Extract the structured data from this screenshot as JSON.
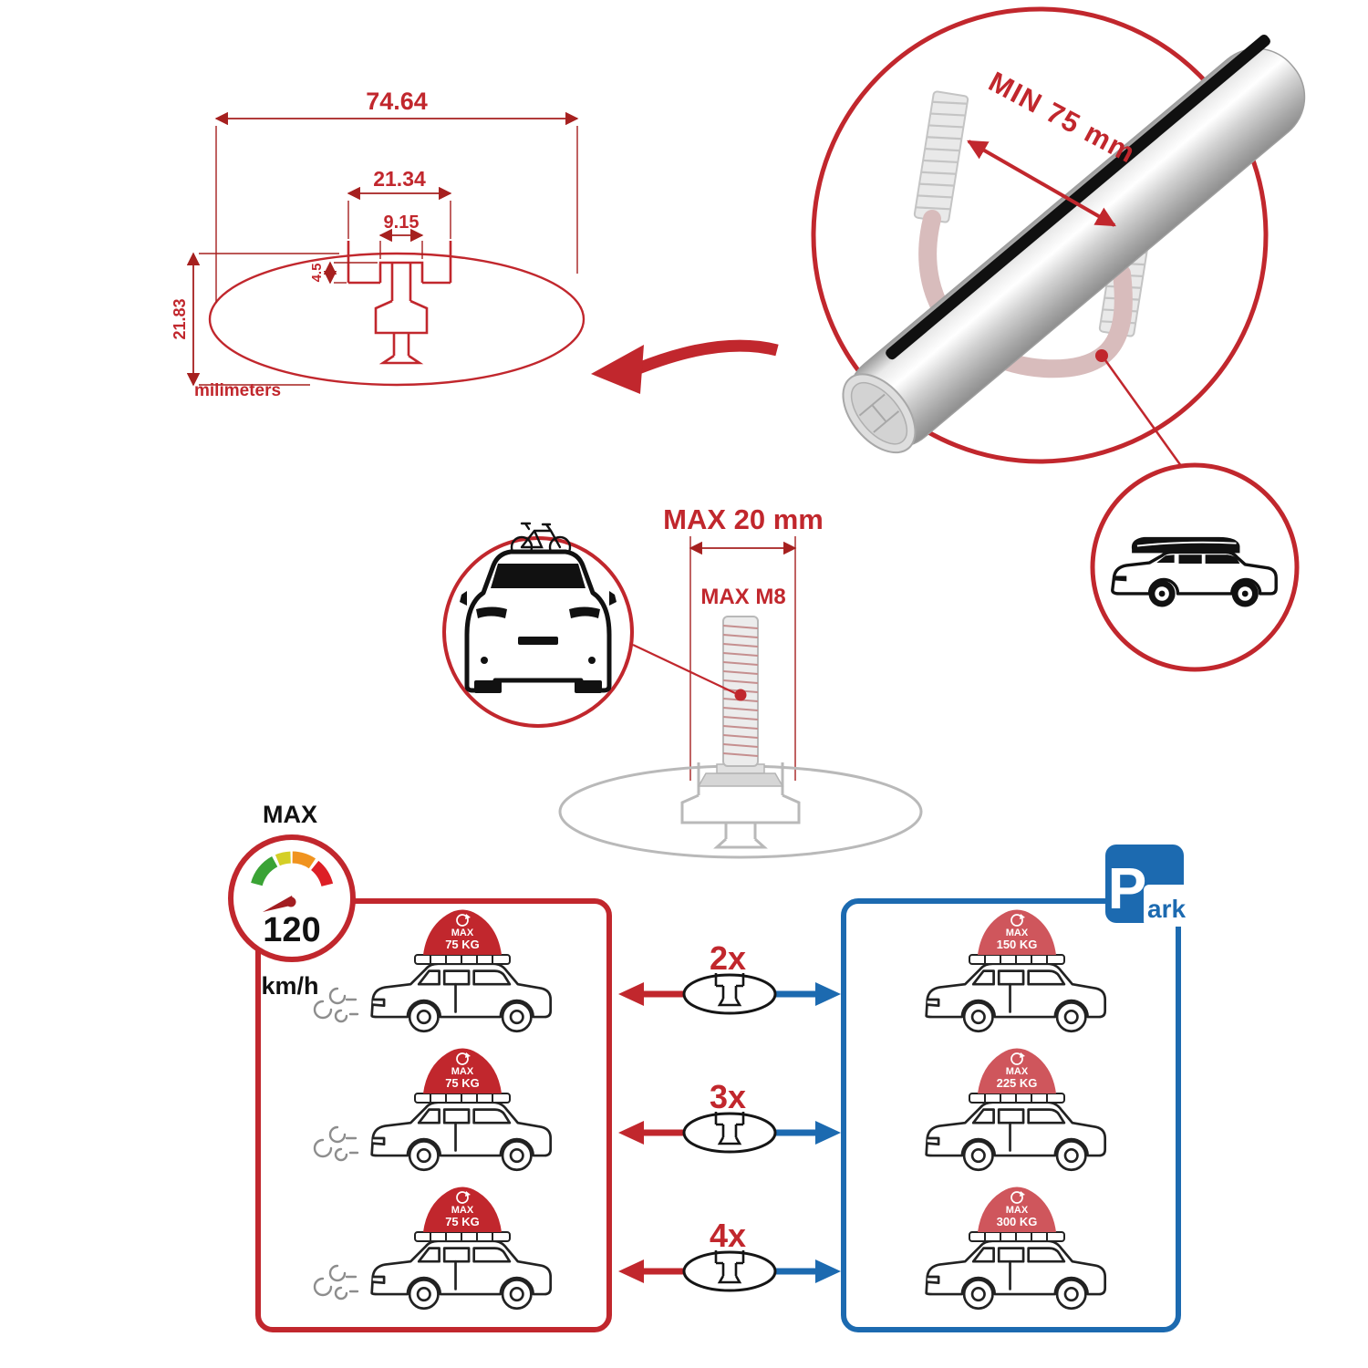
{
  "colors": {
    "accent_red": "#c1272d",
    "accent_blue": "#1c6ab0",
    "line_dark": "#1a1a1a",
    "line_gray": "#b9b9b9"
  },
  "profile_drawing": {
    "outer_width": "74.64",
    "channel_width": "21.34",
    "slot_width": "9.15",
    "lip_depth": "4.5",
    "profile_height": "21.83",
    "units_label": "milimeters"
  },
  "crossbar_detail": {
    "min_span_label": "MIN 75 mm"
  },
  "bolt_detail": {
    "max_width_label": "MAX 20 mm",
    "max_thread_label": "MAX M8"
  },
  "speed_limit": {
    "title": "MAX",
    "value": "120",
    "unit": "km/h"
  },
  "driving_panel": {
    "cars": [
      {
        "load_title": "MAX",
        "load_value": "75 KG"
      },
      {
        "load_title": "MAX",
        "load_value": "75 KG"
      },
      {
        "load_title": "MAX",
        "load_value": "75 KG"
      }
    ]
  },
  "bar_counts": [
    {
      "label": "2x"
    },
    {
      "label": "3x"
    },
    {
      "label": "4x"
    }
  ],
  "parking_panel": {
    "sign_letter": "P",
    "sign_suffix": "ark",
    "cars": [
      {
        "load_title": "MAX",
        "load_value": "150 KG"
      },
      {
        "load_title": "MAX",
        "load_value": "225 KG"
      },
      {
        "load_title": "MAX",
        "load_value": "300 KG"
      }
    ]
  }
}
